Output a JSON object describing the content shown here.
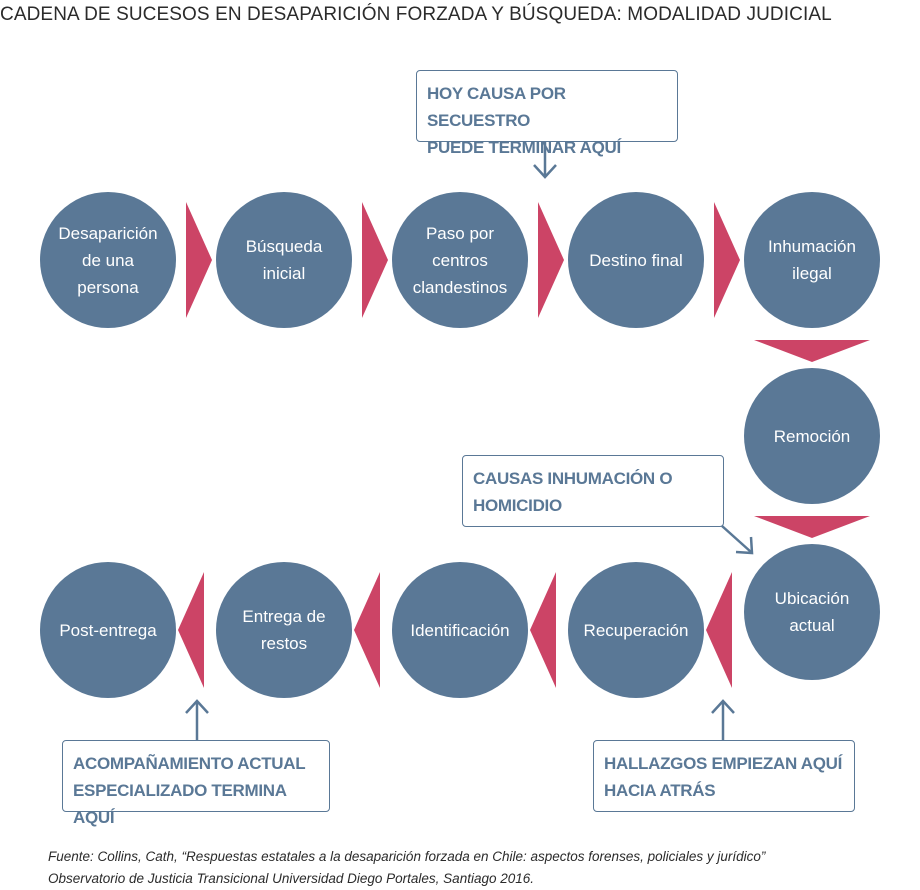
{
  "title": "CADENA DE SUCESOS EN DESAPARICIÓN FORZADA Y BÚSQUEDA: MODALIDAD JUDICIAL",
  "colors": {
    "node": "#5a7896",
    "arrow": "#cc4466",
    "note_text": "#5a7896"
  },
  "nodes": [
    {
      "id": "desaparicion",
      "lines": [
        "Desaparición",
        "de una",
        "persona"
      ]
    },
    {
      "id": "busqueda",
      "lines": [
        "Búsqueda",
        "inicial"
      ]
    },
    {
      "id": "paso",
      "lines": [
        "Paso por",
        "centros",
        "clandestinos"
      ]
    },
    {
      "id": "destino",
      "lines": [
        "Destino final"
      ]
    },
    {
      "id": "inhumacion",
      "lines": [
        "Inhumación",
        "ilegal"
      ]
    },
    {
      "id": "remocion",
      "lines": [
        "Remoción"
      ]
    },
    {
      "id": "ubicacion",
      "lines": [
        "Ubicación",
        "actual"
      ]
    },
    {
      "id": "recuperacion",
      "lines": [
        "Recuperación"
      ]
    },
    {
      "id": "identificacion",
      "lines": [
        "Identificación"
      ]
    },
    {
      "id": "entrega",
      "lines": [
        "Entrega de",
        "restos"
      ]
    },
    {
      "id": "post",
      "lines": [
        "Post-entrega"
      ]
    }
  ],
  "notes": [
    {
      "id": "secuestro",
      "lines": [
        "HOY CAUSA POR SECUESTRO",
        "PUEDE TERMINAR AQUÍ"
      ]
    },
    {
      "id": "inhumacion-homicidio",
      "lines": [
        "CAUSAS INHUMACIÓN O",
        "HOMICIDIO"
      ]
    },
    {
      "id": "acompanamiento",
      "lines": [
        "ACOMPAÑAMIENTO ACTUAL",
        "ESPECIALIZADO TERMINA AQUÍ"
      ]
    },
    {
      "id": "hallazgos",
      "lines": [
        "HALLAZGOS EMPIEZAN AQUÍ",
        "HACIA ATRÁS"
      ]
    }
  ],
  "source": {
    "line1": "Fuente: Collins, Cath, “Respuestas estatales a la desaparición forzada en Chile: aspectos forenses, policiales y jurídico”",
    "line2": "Observatorio de Justicia Transicional Universidad Diego Portales, Santiago 2016."
  }
}
